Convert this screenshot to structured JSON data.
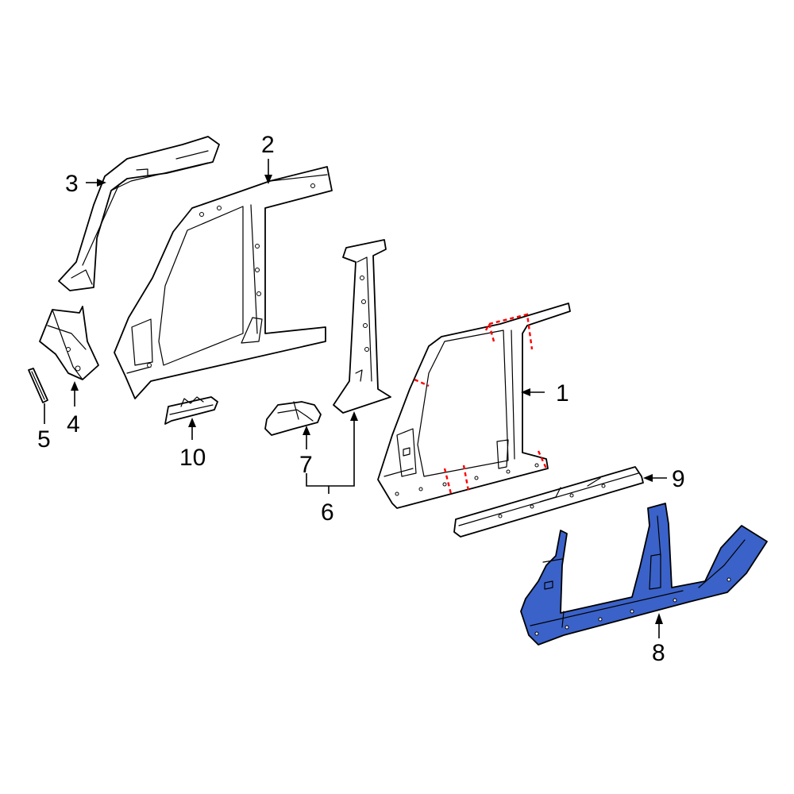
{
  "colors": {
    "line": "#000000",
    "highlight": "#3a62c8",
    "cut_line": "#ff0000",
    "background": "#ffffff"
  },
  "callouts": {
    "c1": "1",
    "c2": "2",
    "c3": "3",
    "c4": "4",
    "c5": "5",
    "c6": "6",
    "c7": "7",
    "c8": "8",
    "c9": "9",
    "c10": "10"
  }
}
